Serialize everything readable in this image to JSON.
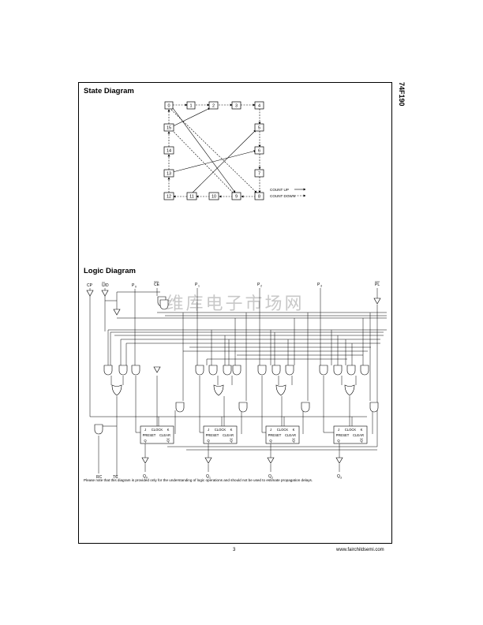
{
  "part_number": "74F190",
  "state_diagram": {
    "title": "State Diagram",
    "states": [
      "0",
      "1",
      "2",
      "3",
      "4",
      "5",
      "6",
      "7",
      "8",
      "9",
      "10",
      "11",
      "12",
      "13",
      "14",
      "15"
    ],
    "legend": {
      "count_up": "COUNT UP",
      "count_down": "COUNT DOWN"
    }
  },
  "logic_diagram": {
    "title": "Logic Diagram",
    "inputs": {
      "cp": "CP",
      "ud": "U/D",
      "p0": "P",
      "p0_sub": "0",
      "ce": "CE",
      "p1": "P",
      "p1_sub": "1",
      "p2": "P",
      "p2_sub": "2",
      "p3": "P",
      "p3_sub": "3",
      "pl": "PL"
    },
    "flipflop_labels": {
      "j": "J",
      "clock": "CLOCK",
      "k": "K",
      "preset": "PRESET",
      "clear": "CLEAR",
      "q": "Q",
      "qbar": "Q"
    },
    "outputs": {
      "rc": "RC",
      "tc": "TC",
      "q": "Q",
      "q0_sub": "0",
      "q1_sub": "1",
      "q2_sub": "2",
      "q3_sub": "3"
    },
    "watermark": "维库电子市场网"
  },
  "note": "Please note that this diagram is provided only for the understanding of logic operations and should not be used to estimate propagation delays.",
  "footer": {
    "page_number": "3",
    "website": "www.fairchildsemi.com"
  }
}
